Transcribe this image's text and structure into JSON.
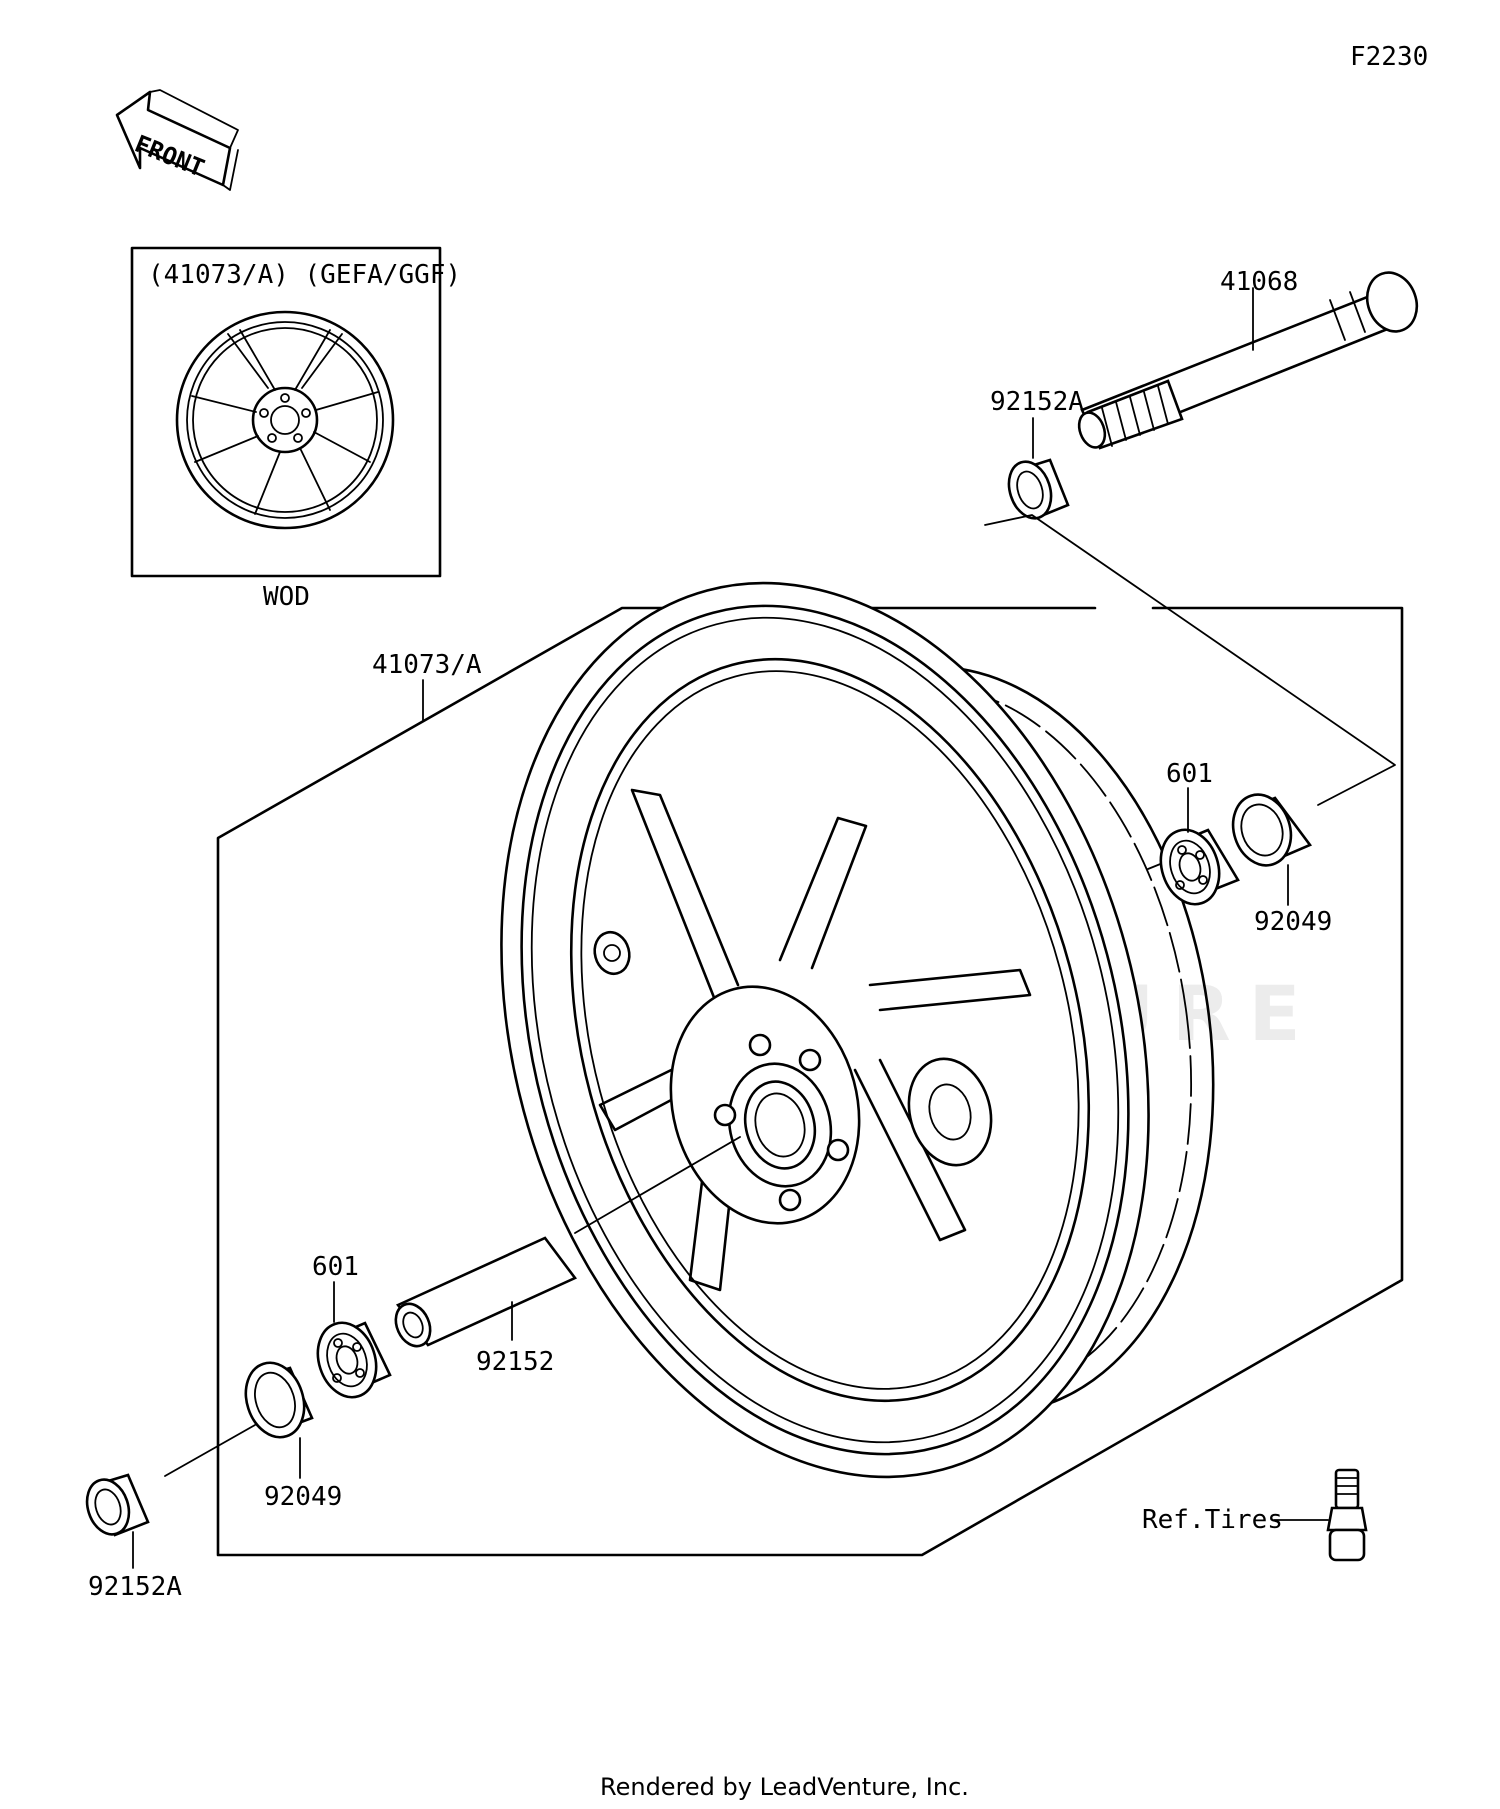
{
  "diagram_code": "F2230",
  "front_arrow_label": "FRONT",
  "inset": {
    "header": "(41073/A) (GEFA/GGF)",
    "caption": "WOD"
  },
  "labels": {
    "axle": "41068",
    "collar_top": "92152A",
    "wheel": "41073/A",
    "bearing_right": "601",
    "seal_right": "92049",
    "bearing_left": "601",
    "spacer": "92152",
    "seal_left": "92049",
    "collar_bottom": "92152A",
    "valve_ref": "Ref.Tires"
  },
  "watermark": "LEADVENTURE",
  "footer": "Rendered by LeadVenture, Inc."
}
